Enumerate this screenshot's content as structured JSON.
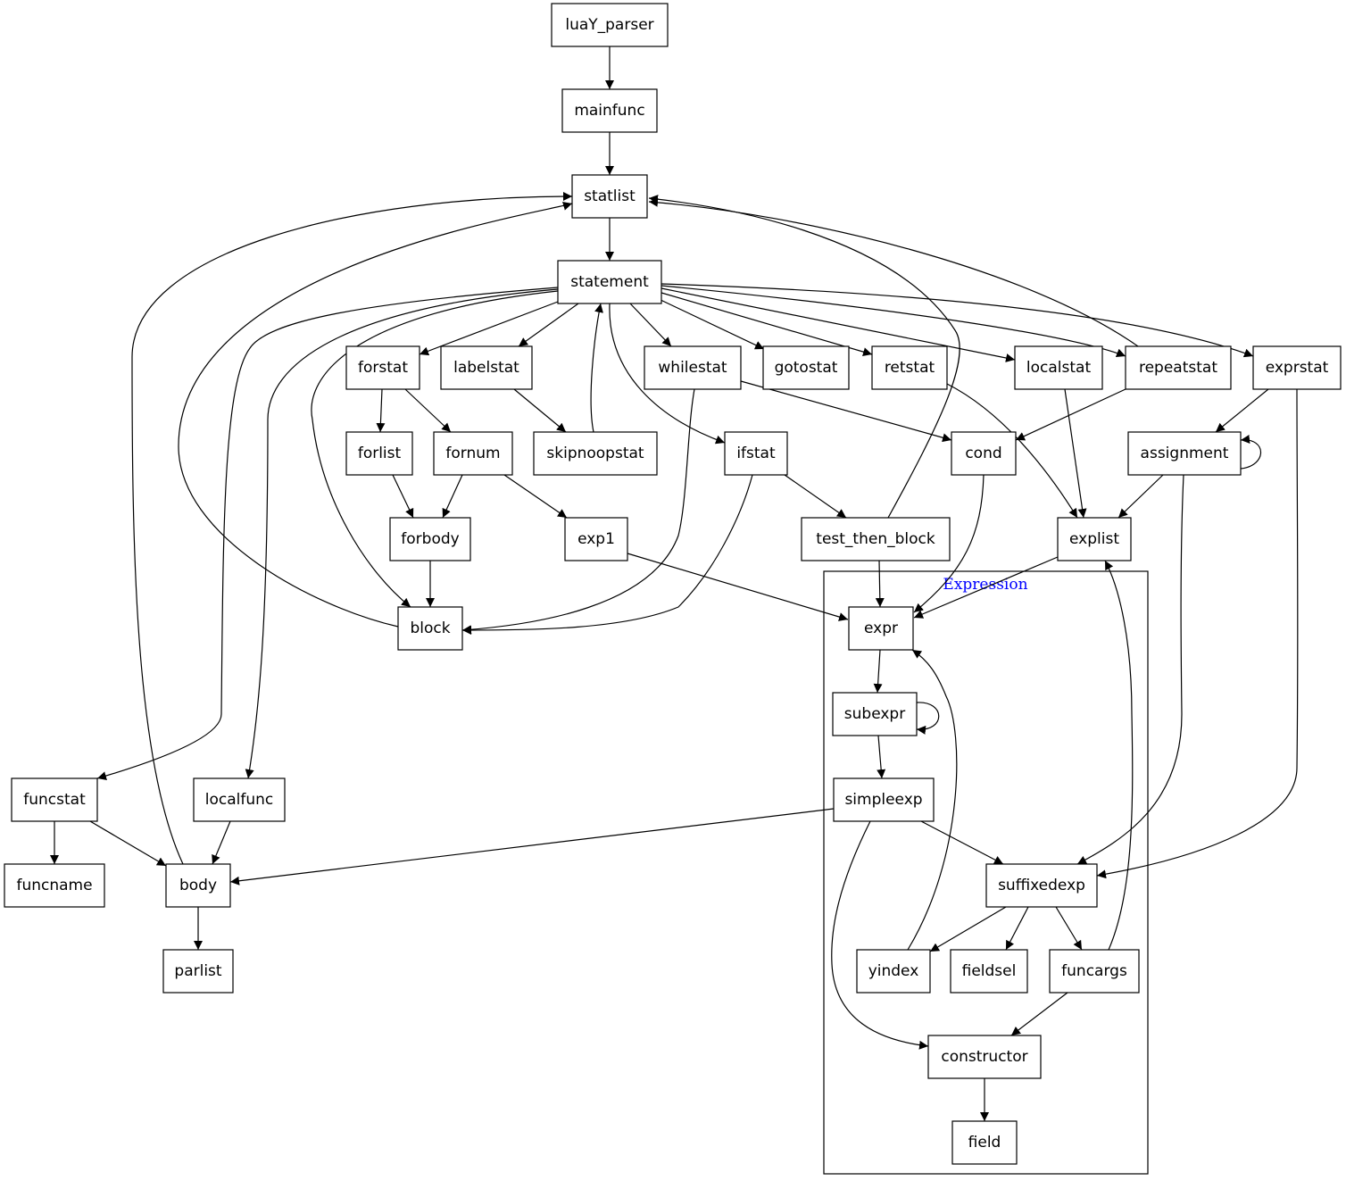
{
  "diagram": {
    "type": "call-graph",
    "cluster": {
      "label": "Expression",
      "label_color": "#0000ff"
    },
    "nodes": {
      "luaY_parser": "luaY_parser",
      "mainfunc": "mainfunc",
      "statlist": "statlist",
      "statement": "statement",
      "forstat": "forstat",
      "labelstat": "labelstat",
      "whilestat": "whilestat",
      "gotostat": "gotostat",
      "retstat": "retstat",
      "localstat": "localstat",
      "repeatstat": "repeatstat",
      "exprstat": "exprstat",
      "forlist": "forlist",
      "fornum": "fornum",
      "skipnoopstat": "skipnoopstat",
      "ifstat": "ifstat",
      "cond": "cond",
      "assignment": "assignment",
      "forbody": "forbody",
      "exp1": "exp1",
      "test_then_block": "test_then_block",
      "explist": "explist",
      "block": "block",
      "expr": "expr",
      "subexpr": "subexpr",
      "simpleexp": "simpleexp",
      "funcstat": "funcstat",
      "localfunc": "localfunc",
      "funcname": "funcname",
      "body": "body",
      "parlist": "parlist",
      "suffixedexp": "suffixedexp",
      "yindex": "yindex",
      "fieldsel": "fieldsel",
      "funcargs": "funcargs",
      "constructor": "constructor",
      "field": "field"
    },
    "edges": [
      [
        "luaY_parser",
        "mainfunc"
      ],
      [
        "mainfunc",
        "statlist"
      ],
      [
        "statlist",
        "statement"
      ],
      [
        "statement",
        "forstat"
      ],
      [
        "statement",
        "labelstat"
      ],
      [
        "statement",
        "whilestat"
      ],
      [
        "statement",
        "gotostat"
      ],
      [
        "statement",
        "retstat"
      ],
      [
        "statement",
        "localstat"
      ],
      [
        "statement",
        "repeatstat"
      ],
      [
        "statement",
        "exprstat"
      ],
      [
        "statement",
        "ifstat"
      ],
      [
        "statement",
        "block"
      ],
      [
        "statement",
        "funcstat"
      ],
      [
        "statement",
        "localfunc"
      ],
      [
        "forstat",
        "forlist"
      ],
      [
        "forstat",
        "fornum"
      ],
      [
        "labelstat",
        "skipnoopstat"
      ],
      [
        "skipnoopstat",
        "statement"
      ],
      [
        "forlist",
        "forbody"
      ],
      [
        "fornum",
        "forbody"
      ],
      [
        "fornum",
        "exp1"
      ],
      [
        "forbody",
        "block"
      ],
      [
        "whilestat",
        "block"
      ],
      [
        "whilestat",
        "cond"
      ],
      [
        "ifstat",
        "block"
      ],
      [
        "ifstat",
        "test_then_block"
      ],
      [
        "repeatstat",
        "cond"
      ],
      [
        "repeatstat",
        "statlist"
      ],
      [
        "retstat",
        "explist"
      ],
      [
        "localstat",
        "explist"
      ],
      [
        "exprstat",
        "assignment"
      ],
      [
        "exprstat",
        "suffixedexp"
      ],
      [
        "assignment",
        "assignment"
      ],
      [
        "assignment",
        "explist"
      ],
      [
        "assignment",
        "suffixedexp"
      ],
      [
        "test_then_block",
        "statlist"
      ],
      [
        "test_then_block",
        "expr"
      ],
      [
        "cond",
        "expr"
      ],
      [
        "explist",
        "expr"
      ],
      [
        "exp1",
        "expr"
      ],
      [
        "block",
        "statlist"
      ],
      [
        "body",
        "statlist"
      ],
      [
        "expr",
        "subexpr"
      ],
      [
        "subexpr",
        "subexpr"
      ],
      [
        "subexpr",
        "simpleexp"
      ],
      [
        "simpleexp",
        "body"
      ],
      [
        "simpleexp",
        "suffixedexp"
      ],
      [
        "simpleexp",
        "constructor"
      ],
      [
        "funcstat",
        "funcname"
      ],
      [
        "funcstat",
        "body"
      ],
      [
        "localfunc",
        "body"
      ],
      [
        "body",
        "parlist"
      ],
      [
        "suffixedexp",
        "yindex"
      ],
      [
        "suffixedexp",
        "fieldsel"
      ],
      [
        "suffixedexp",
        "funcargs"
      ],
      [
        "yindex",
        "expr"
      ],
      [
        "funcargs",
        "explist"
      ],
      [
        "funcargs",
        "constructor"
      ],
      [
        "constructor",
        "field"
      ]
    ]
  }
}
